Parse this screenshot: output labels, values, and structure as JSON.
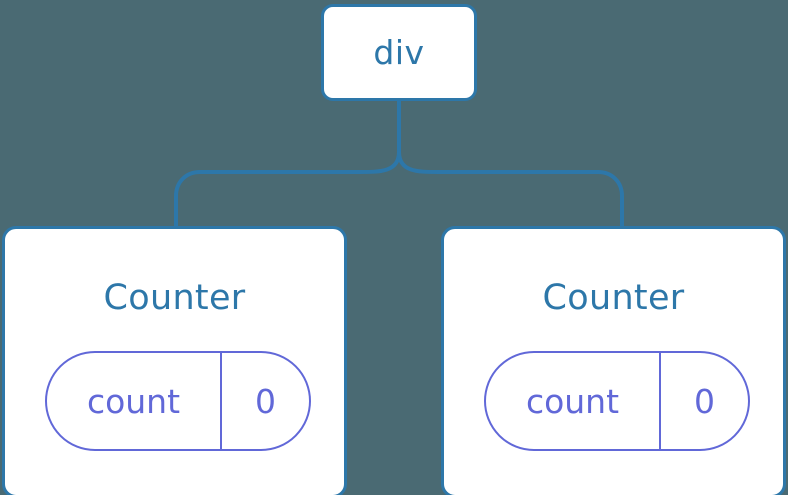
{
  "diagram": {
    "type": "component-tree",
    "background_color": "#4a6a73",
    "node_color": "#2d77a9",
    "state_color": "#6168d8",
    "root": {
      "label": "div"
    },
    "children": [
      {
        "title": "Counter",
        "state": {
          "key": "count",
          "value": "0"
        }
      },
      {
        "title": "Counter",
        "state": {
          "key": "count",
          "value": "0"
        }
      }
    ]
  }
}
